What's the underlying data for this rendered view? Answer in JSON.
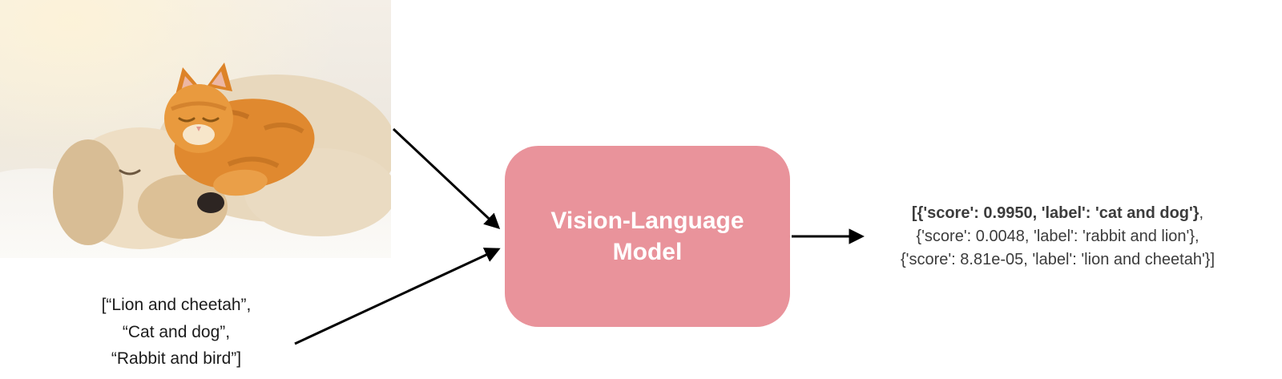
{
  "input_image": {
    "label": "photo of a sleeping puppy cuddling with an orange tabby kitten"
  },
  "text_input": {
    "lines": [
      "[“Lion and cheetah”,",
      "“Cat and dog”,",
      "“Rabbit and bird”]"
    ]
  },
  "model": {
    "name_lines": [
      "Vision-Language",
      "Model"
    ],
    "box_color": "#e9939b",
    "text_color": "#ffffff"
  },
  "output": {
    "line1_bold": "[{'score': 0.9950, 'label': 'cat and dog'}",
    "line1_tail": ",",
    "line2": "{'score': 0.0048, 'label': 'rabbit and lion'},",
    "line3": "{'score': 8.81e-05, 'label': 'lion and cheetah'}]"
  },
  "arrows": {
    "color": "#000000"
  }
}
